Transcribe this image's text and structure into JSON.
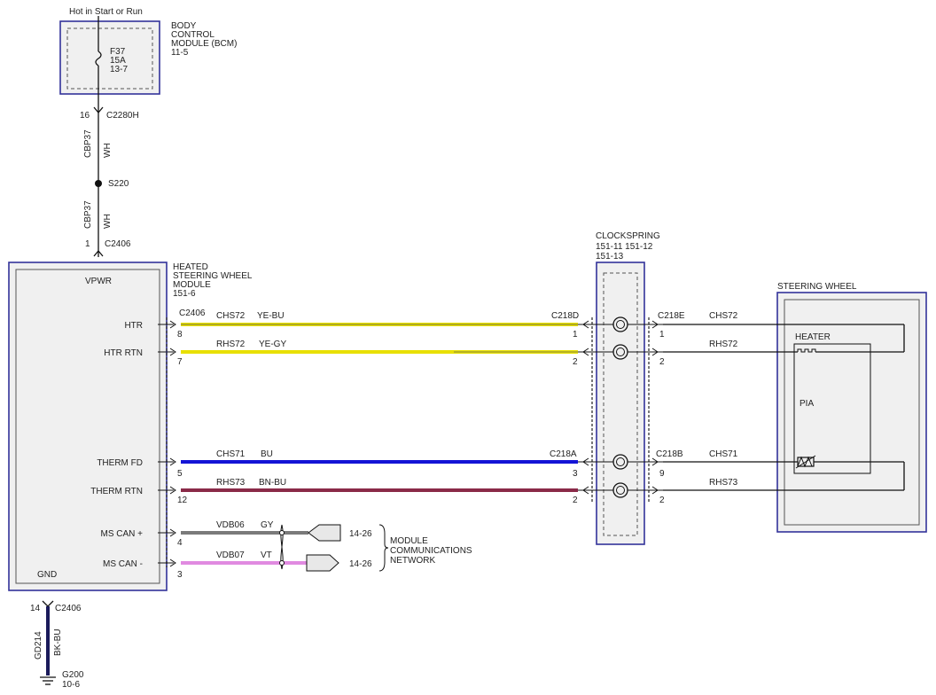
{
  "colors": {
    "module_border": "#33339a",
    "module_fill": "#f0f0f0",
    "wire_ye_bu": "#e8e000",
    "wire_ye_gy": "#e8e000",
    "wire_bu": "#1414d6",
    "wire_bn_bu": "#8a2a48",
    "wire_gy": "#7a7a7a",
    "wire_vt": "#e08ae0",
    "wire_bk_bu": "#1a1a5a"
  },
  "bcm": {
    "supply_note": "Hot in Start or Run",
    "title_lines": [
      "BODY",
      "CONTROL",
      "MODULE (BCM)",
      "11-5"
    ],
    "fuse_lines": [
      "F37",
      "15A",
      "13-7"
    ],
    "pin": "16",
    "connector": "C2280H"
  },
  "supply_circuit": {
    "circuit": "CBP37",
    "color": "WH",
    "splice": "S220",
    "circuit2": "CBP37",
    "color2": "WH",
    "pin": "1",
    "connector": "C2406"
  },
  "hsw_module": {
    "title_lines": [
      "HEATED",
      "STEERING WHEEL",
      "MODULE",
      "151-6"
    ],
    "connector": "C2406",
    "vpwr": "VPWR",
    "gnd": "GND",
    "pins": [
      {
        "label": "HTR",
        "pin": "8"
      },
      {
        "label": "HTR RTN",
        "pin": "7"
      },
      {
        "label": "THERM FD",
        "pin": "5"
      },
      {
        "label": "THERM RTN",
        "pin": "12"
      },
      {
        "label": "MS CAN +",
        "pin": "4"
      },
      {
        "label": "MS CAN -",
        "pin": "3"
      }
    ]
  },
  "wires": [
    {
      "circuit": "CHS72",
      "color": "YE-BU"
    },
    {
      "circuit": "RHS72",
      "color": "YE-GY"
    },
    {
      "circuit": "CHS71",
      "color": "BU"
    },
    {
      "circuit": "RHS73",
      "color": "BN-BU"
    },
    {
      "circuit": "VDB06",
      "color": "GY"
    },
    {
      "circuit": "VDB07",
      "color": "VT"
    }
  ],
  "clockspring": {
    "title_lines": [
      "CLOCKSPRING",
      "151-11  151-12",
      "151-13"
    ],
    "connector_left_top": "C218D",
    "connector_left_bottom": "C218A",
    "connector_right_top": "C218E",
    "connector_right_bottom": "C218B",
    "left_pins": [
      "1",
      "2",
      "3",
      "2"
    ],
    "right_pins": [
      "1",
      "2",
      "9",
      "2"
    ]
  },
  "steering_wheel": {
    "title": "STEERING WHEEL",
    "wire_labels": [
      "CHS72",
      "RHS72",
      "CHS71",
      "RHS73"
    ],
    "heater_label": "HEATER",
    "pia_label": "PIA"
  },
  "network": {
    "ref1": "14-26",
    "ref2": "14-26",
    "label_lines": [
      "MODULE",
      "COMMUNICATIONS",
      "NETWORK"
    ]
  },
  "ground": {
    "pin": "14",
    "connector": "C2406",
    "circuit": "GD214",
    "color": "BK-BU",
    "ground_id": "G200",
    "ground_ref": "10-6"
  }
}
